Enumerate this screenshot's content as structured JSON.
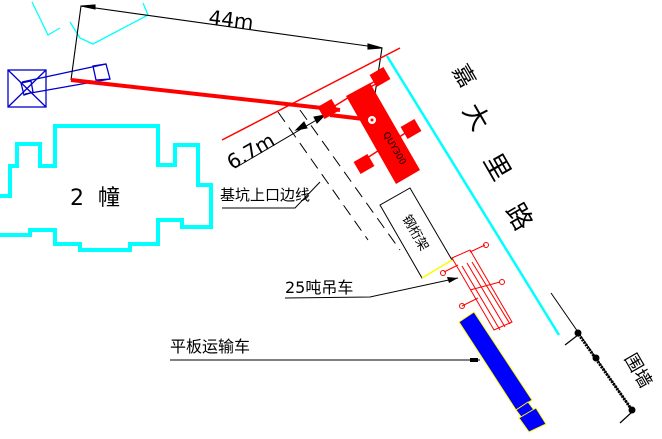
{
  "diagram": {
    "type": "construction-site-plan",
    "colors": {
      "background": "#ffffff",
      "building_outline": "#00ffff",
      "road_edge": "#00ffff",
      "crane_boom": "#ff0000",
      "tower_crane": "#0000cc",
      "truck": "#0000ff",
      "truck_outline": "#ffff00",
      "dimension_line": "#000000"
    },
    "dimensions": {
      "crane_reach": "44m",
      "offset_to_pit": "6.7m"
    },
    "labels": {
      "building": "2  幢",
      "pit_edge": "基坑上口边线",
      "mobile_crane_25t": "25吨吊车",
      "flatbed_truck": "平板运输车",
      "road": "嘉 大 里 路",
      "steel_truss_stack": "钢桁架",
      "fence": "围墙",
      "crane_model": "QUY300"
    }
  }
}
